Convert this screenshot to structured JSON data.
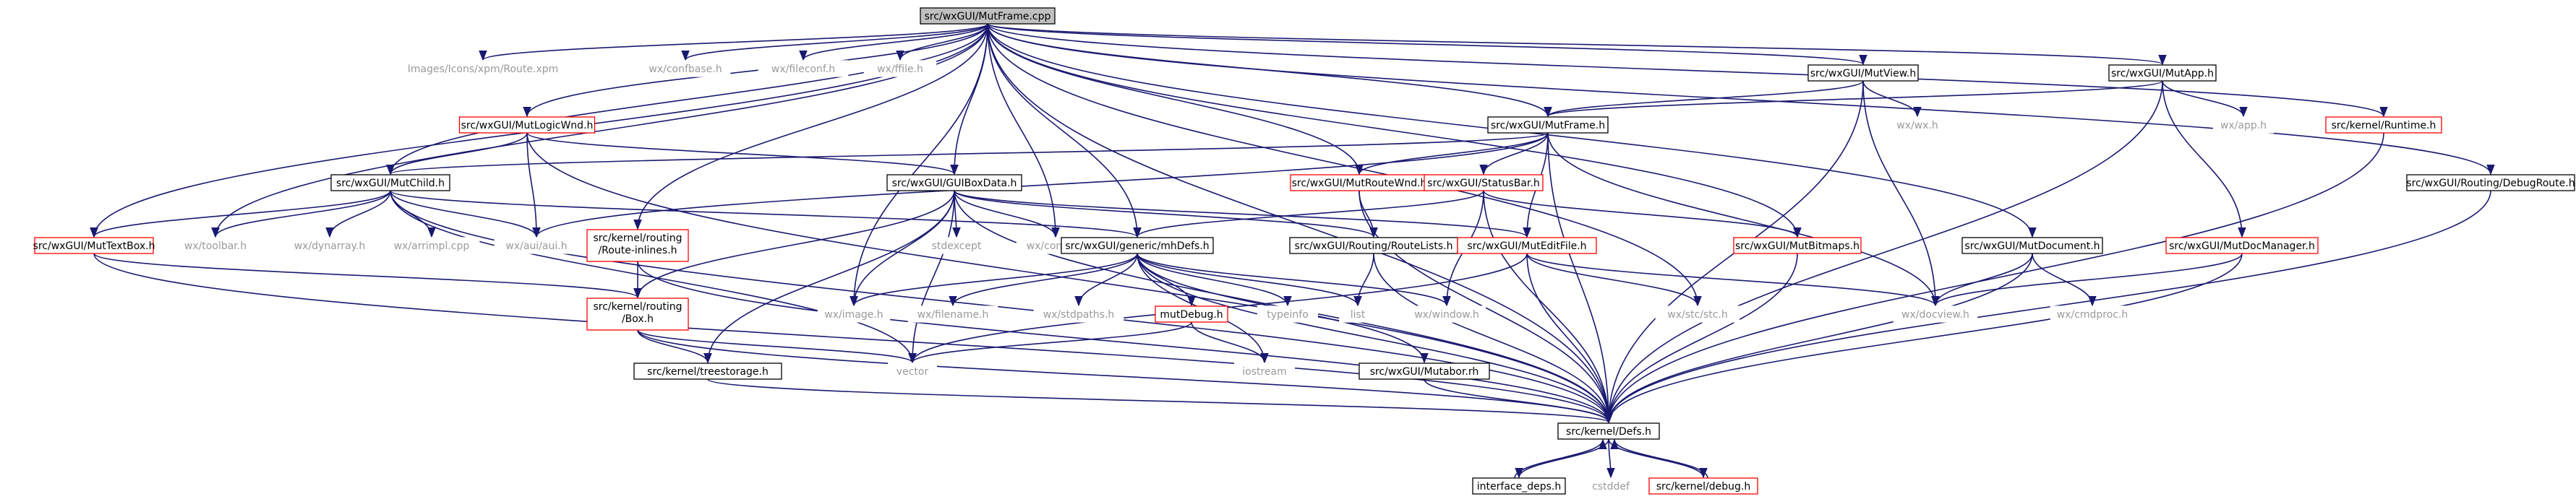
{
  "colors": {
    "edge": "#191970",
    "root_fill": "#bfbfbf",
    "black_border": "#000000",
    "red_border": "#ff0000",
    "text": "#000000",
    "gray_text": "#9a9a9a"
  },
  "nodes": [
    {
      "id": "root",
      "label": "src/wxGUI/MutFrame.cpp",
      "style": "root"
    },
    {
      "id": "route_xpm",
      "label": "Images/Icons/xpm/Route.xpm",
      "style": "gray"
    },
    {
      "id": "confbase",
      "label": "wx/confbase.h",
      "style": "gray"
    },
    {
      "id": "fileconf",
      "label": "wx/fileconf.h",
      "style": "gray"
    },
    {
      "id": "ffile",
      "label": "wx/ffile.h",
      "style": "gray"
    },
    {
      "id": "mutview",
      "label": "src/wxGUI/MutView.h",
      "style": "black"
    },
    {
      "id": "mutapp",
      "label": "src/wxGUI/MutApp.h",
      "style": "black"
    },
    {
      "id": "logicwnd",
      "label": "src/wxGUI/MutLogicWnd.h",
      "style": "red"
    },
    {
      "id": "mutframe_h",
      "label": "src/wxGUI/MutFrame.h",
      "style": "black"
    },
    {
      "id": "wx_h",
      "label": "wx/wx.h",
      "style": "gray"
    },
    {
      "id": "app_h",
      "label": "wx/app.h",
      "style": "gray"
    },
    {
      "id": "runtime",
      "label": "src/kernel/Runtime.h",
      "style": "red"
    },
    {
      "id": "debugroute",
      "label": "src/wxGUI/Routing/DebugRoute.h",
      "style": "black"
    },
    {
      "id": "mutchild",
      "label": "src/wxGUI/MutChild.h",
      "style": "black"
    },
    {
      "id": "guiboxdata",
      "label": "src/wxGUI/GUIBoxData.h",
      "style": "black"
    },
    {
      "id": "routewnd",
      "label": "src/wxGUI/MutRouteWnd.h",
      "style": "red"
    },
    {
      "id": "statusbar",
      "label": "src/wxGUI/StatusBar.h",
      "style": "red"
    },
    {
      "id": "route_inlines",
      "label": "src/kernel/routing\n/Route-inlines.h",
      "style": "red"
    },
    {
      "id": "mutdocument",
      "label": "src/wxGUI/MutDocument.h",
      "style": "black"
    },
    {
      "id": "mutdocmanager",
      "label": "src/wxGUI/MutDocManager.h",
      "style": "red"
    },
    {
      "id": "mutextbox",
      "label": "src/wxGUI/MutTextBox.h",
      "style": "red"
    },
    {
      "id": "toolbar",
      "label": "wx/toolbar.h",
      "style": "gray"
    },
    {
      "id": "dynarray",
      "label": "wx/dynarray.h",
      "style": "gray"
    },
    {
      "id": "arrimpl",
      "label": "wx/arrimpl.cpp",
      "style": "gray"
    },
    {
      "id": "aui",
      "label": "wx/aui/aui.h",
      "style": "gray"
    },
    {
      "id": "stdexcept",
      "label": "stdexcept",
      "style": "gray"
    },
    {
      "id": "config",
      "label": "wx/config.h",
      "style": "gray"
    },
    {
      "id": "mhdefs",
      "label": "src/wxGUI/generic/mhDefs.h",
      "style": "black"
    },
    {
      "id": "routelists",
      "label": "src/wxGUI/Routing/RouteLists.h",
      "style": "black"
    },
    {
      "id": "editfile",
      "label": "src/wxGUI/MutEditFile.h",
      "style": "red"
    },
    {
      "id": "bitmaps",
      "label": "src/wxGUI/MutBitmaps.h",
      "style": "red"
    },
    {
      "id": "box_h",
      "label": "src/kernel/routing\n/Box.h",
      "style": "red"
    },
    {
      "id": "image",
      "label": "wx/image.h",
      "style": "gray"
    },
    {
      "id": "filename",
      "label": "wx/filename.h",
      "style": "gray"
    },
    {
      "id": "stdpaths",
      "label": "wx/stdpaths.h",
      "style": "gray"
    },
    {
      "id": "mutdebug",
      "label": "mutDebug.h",
      "style": "red"
    },
    {
      "id": "typeinfo",
      "label": "typeinfo",
      "style": "gray"
    },
    {
      "id": "list",
      "label": "list",
      "style": "gray"
    },
    {
      "id": "window",
      "label": "wx/window.h",
      "style": "gray"
    },
    {
      "id": "stc",
      "label": "wx/stc/stc.h",
      "style": "gray"
    },
    {
      "id": "docview",
      "label": "wx/docview.h",
      "style": "gray"
    },
    {
      "id": "cmdproc",
      "label": "wx/cmdproc.h",
      "style": "gray"
    },
    {
      "id": "vector",
      "label": "vector",
      "style": "gray"
    },
    {
      "id": "iostream",
      "label": "iostream",
      "style": "gray"
    },
    {
      "id": "mutabor_rh",
      "label": "src/wxGUI/Mutabor.rh",
      "style": "black"
    },
    {
      "id": "treestorage",
      "label": "src/kernel/treestorage.h",
      "style": "black"
    },
    {
      "id": "defs",
      "label": "src/kernel/Defs.h",
      "style": "black"
    },
    {
      "id": "interface_deps",
      "label": "interface_deps.h",
      "style": "black"
    },
    {
      "id": "cstddef",
      "label": "cstddef",
      "style": "gray"
    },
    {
      "id": "kdebug",
      "label": "src/kernel/debug.h",
      "style": "red"
    }
  ],
  "edges": [
    [
      "root",
      "route_xpm"
    ],
    [
      "root",
      "confbase"
    ],
    [
      "root",
      "fileconf"
    ],
    [
      "root",
      "ffile"
    ],
    [
      "root",
      "mutview"
    ],
    [
      "root",
      "mutapp"
    ],
    [
      "root",
      "logicwnd"
    ],
    [
      "root",
      "mutframe_h"
    ],
    [
      "root",
      "runtime"
    ],
    [
      "root",
      "debugroute"
    ],
    [
      "root",
      "mutchild"
    ],
    [
      "root",
      "guiboxdata"
    ],
    [
      "root",
      "routewnd"
    ],
    [
      "root",
      "route_inlines"
    ],
    [
      "root",
      "mutdocument"
    ],
    [
      "root",
      "mutextbox"
    ],
    [
      "root",
      "toolbar"
    ],
    [
      "root",
      "config"
    ],
    [
      "root",
      "mhdefs"
    ],
    [
      "root",
      "bitmaps"
    ],
    [
      "root",
      "image"
    ],
    [
      "root",
      "stc"
    ],
    [
      "root",
      "defs"
    ],
    [
      "mutview",
      "mutframe_h"
    ],
    [
      "mutview",
      "wx_h"
    ],
    [
      "mutview",
      "docview"
    ],
    [
      "mutview",
      "defs"
    ],
    [
      "mutapp",
      "mutframe_h"
    ],
    [
      "mutapp",
      "app_h"
    ],
    [
      "mutapp",
      "mutdocmanager"
    ],
    [
      "mutapp",
      "defs"
    ],
    [
      "logicwnd",
      "mutchild"
    ],
    [
      "logicwnd",
      "guiboxdata"
    ],
    [
      "logicwnd",
      "aui"
    ],
    [
      "logicwnd",
      "defs"
    ],
    [
      "mutframe_h",
      "mutchild"
    ],
    [
      "mutframe_h",
      "routewnd"
    ],
    [
      "mutframe_h",
      "statusbar"
    ],
    [
      "mutframe_h",
      "editfile"
    ],
    [
      "mutframe_h",
      "aui"
    ],
    [
      "mutframe_h",
      "docview"
    ],
    [
      "mutframe_h",
      "defs"
    ],
    [
      "runtime",
      "defs"
    ],
    [
      "debugroute",
      "defs"
    ],
    [
      "mutchild",
      "mutextbox"
    ],
    [
      "mutchild",
      "toolbar"
    ],
    [
      "mutchild",
      "dynarray"
    ],
    [
      "mutchild",
      "arrimpl"
    ],
    [
      "mutchild",
      "aui"
    ],
    [
      "mutchild",
      "mhdefs"
    ],
    [
      "mutchild",
      "defs"
    ],
    [
      "mutchild",
      "vector"
    ],
    [
      "guiboxdata",
      "stdexcept"
    ],
    [
      "guiboxdata",
      "config"
    ],
    [
      "guiboxdata",
      "routelists"
    ],
    [
      "guiboxdata",
      "box_h"
    ],
    [
      "guiboxdata",
      "treestorage"
    ],
    [
      "guiboxdata",
      "vector"
    ],
    [
      "guiboxdata",
      "defs"
    ],
    [
      "guiboxdata",
      "editfile"
    ],
    [
      "guiboxdata",
      "image"
    ],
    [
      "routewnd",
      "routelists"
    ],
    [
      "routewnd",
      "defs"
    ],
    [
      "statusbar",
      "mhdefs"
    ],
    [
      "statusbar",
      "bitmaps"
    ],
    [
      "statusbar",
      "window"
    ],
    [
      "statusbar",
      "defs"
    ],
    [
      "route_inlines",
      "box_h"
    ],
    [
      "route_inlines",
      "defs"
    ],
    [
      "mutdocument",
      "docview"
    ],
    [
      "mutdocument",
      "cmdproc"
    ],
    [
      "mutdocument",
      "defs"
    ],
    [
      "mutdocmanager",
      "docview"
    ],
    [
      "mutdocmanager",
      "defs"
    ],
    [
      "mutextbox",
      "box_h"
    ],
    [
      "mutextbox",
      "defs"
    ],
    [
      "mhdefs",
      "image"
    ],
    [
      "mhdefs",
      "filename"
    ],
    [
      "mhdefs",
      "stdpaths"
    ],
    [
      "mhdefs",
      "mutdebug"
    ],
    [
      "mhdefs",
      "typeinfo"
    ],
    [
      "mhdefs",
      "list"
    ],
    [
      "mhdefs",
      "window"
    ],
    [
      "mhdefs",
      "iostream"
    ],
    [
      "mhdefs",
      "mutabor_rh"
    ],
    [
      "mhdefs",
      "defs"
    ],
    [
      "routelists",
      "list"
    ],
    [
      "routelists",
      "defs"
    ],
    [
      "editfile",
      "stc"
    ],
    [
      "editfile",
      "docview"
    ],
    [
      "editfile",
      "vector"
    ],
    [
      "editfile",
      "defs"
    ],
    [
      "bitmaps",
      "defs"
    ],
    [
      "box_h",
      "treestorage"
    ],
    [
      "box_h",
      "vector"
    ],
    [
      "box_h",
      "defs"
    ],
    [
      "mutdebug",
      "vector"
    ],
    [
      "mutdebug",
      "iostream"
    ],
    [
      "mutabor_rh",
      "defs"
    ],
    [
      "treestorage",
      "defs"
    ],
    [
      "defs",
      "interface_deps"
    ],
    [
      "defs",
      "cstddef"
    ],
    [
      "defs",
      "kdebug"
    ],
    [
      "interface_deps",
      "defs"
    ],
    [
      "kdebug",
      "defs"
    ]
  ]
}
